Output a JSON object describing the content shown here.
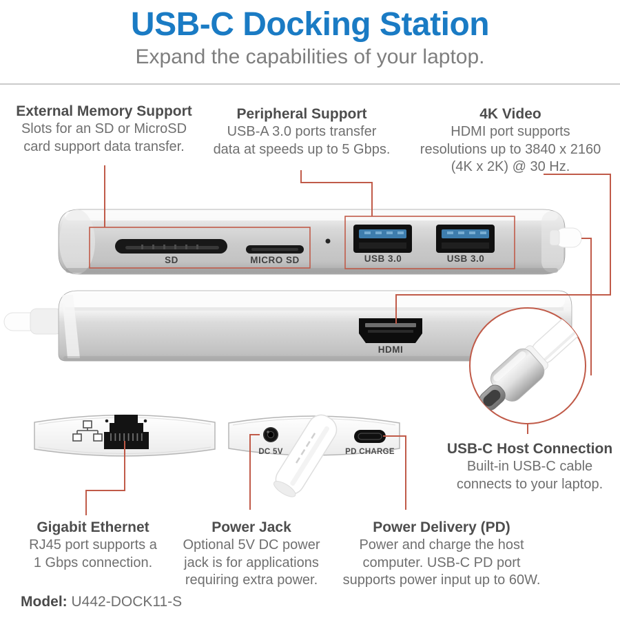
{
  "header": {
    "title": "USB-C Docking Station",
    "subtitle": "Expand the capabilities of your laptop."
  },
  "features_top": [
    {
      "heading": "External Memory Support",
      "lines": [
        "Slots for an SD or MicroSD",
        "card support data transfer."
      ]
    },
    {
      "heading": "Peripheral Support",
      "lines": [
        "USB-A 3.0 ports transfer",
        "data at speeds up to 5 Gbps."
      ]
    },
    {
      "heading": "4K Video",
      "lines": [
        "HDMI port supports",
        "resolutions up to 3840 x 2160",
        "(4K x 2K) @ 30 Hz."
      ]
    }
  ],
  "usbc_host": {
    "heading": "USB-C Host Connection",
    "lines": [
      "Built-in USB-C cable",
      "connects to your laptop."
    ]
  },
  "features_bottom": [
    {
      "heading": "Gigabit Ethernet",
      "lines": [
        "RJ45 port supports a",
        "1 Gbps connection."
      ]
    },
    {
      "heading": "Power Jack",
      "lines": [
        "Optional 5V DC power",
        "jack is for applications",
        "requiring extra power."
      ]
    },
    {
      "heading": "Power Delivery (PD)",
      "lines": [
        "Power and charge the host",
        "computer. USB-C PD port",
        "supports power input up to 60W."
      ]
    }
  ],
  "device_labels": {
    "sd": "SD",
    "micro_sd": "MICRO SD",
    "usb1": "USB 3.0",
    "usb2": "USB 3.0",
    "hdmi": "HDMI",
    "dc5v": "DC 5V",
    "pd_charge": "PD CHARGE"
  },
  "model": {
    "label": "Model:",
    "value": "U442-DOCK11-S"
  },
  "colors": {
    "accent_blue": "#1a7bc4",
    "callout_red": "#c05a48",
    "usb_port_blue": "#3e7dad"
  }
}
